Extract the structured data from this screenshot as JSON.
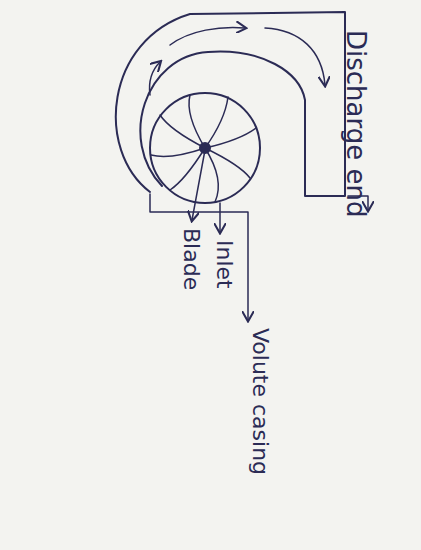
{
  "diagram": {
    "labels": [
      "Discharge end",
      "Blade",
      "Inlet",
      "Volute casing"
    ]
  }
}
